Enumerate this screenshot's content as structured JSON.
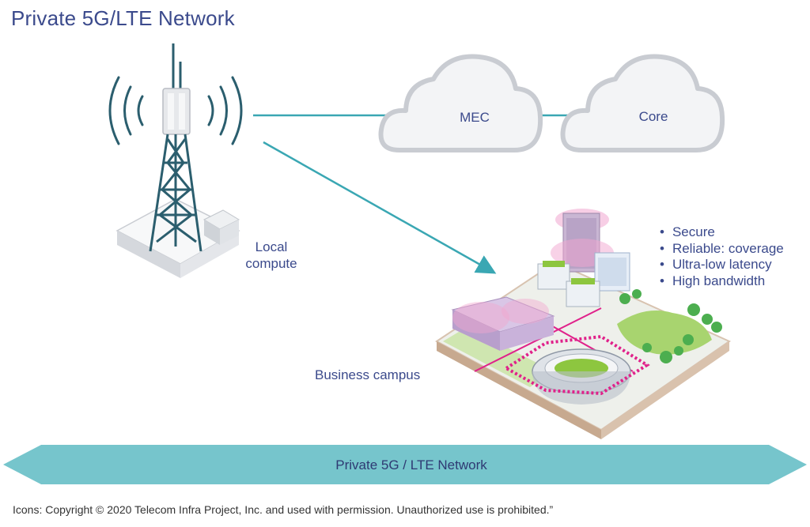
{
  "title": "Private 5G/LTE Network",
  "clouds": [
    {
      "label": "MEC"
    },
    {
      "label": "Core"
    }
  ],
  "tower": {
    "label_lines": [
      "Local",
      "compute"
    ]
  },
  "campus": {
    "label": "Business campus"
  },
  "benefits": [
    "Secure",
    "Reliable: coverage",
    "Ultra-low latency",
    "High bandwidth"
  ],
  "network_band": {
    "label": "Private 5G / LTE Network"
  },
  "copyright": "Icons: Copyright © 2020 Telecom Infra Project, Inc. and used with permission. Unauthorized use is prohibited.”",
  "colors": {
    "teal": "#3aa7b3",
    "navy": "#3b4a8c",
    "band": "#76c5cc",
    "tower": "#2b5e6e",
    "magenta": "#e0218a",
    "cloud_fill": "#f3f4f6",
    "cloud_stroke": "#c9ccd2",
    "green": "#8dc63f"
  }
}
